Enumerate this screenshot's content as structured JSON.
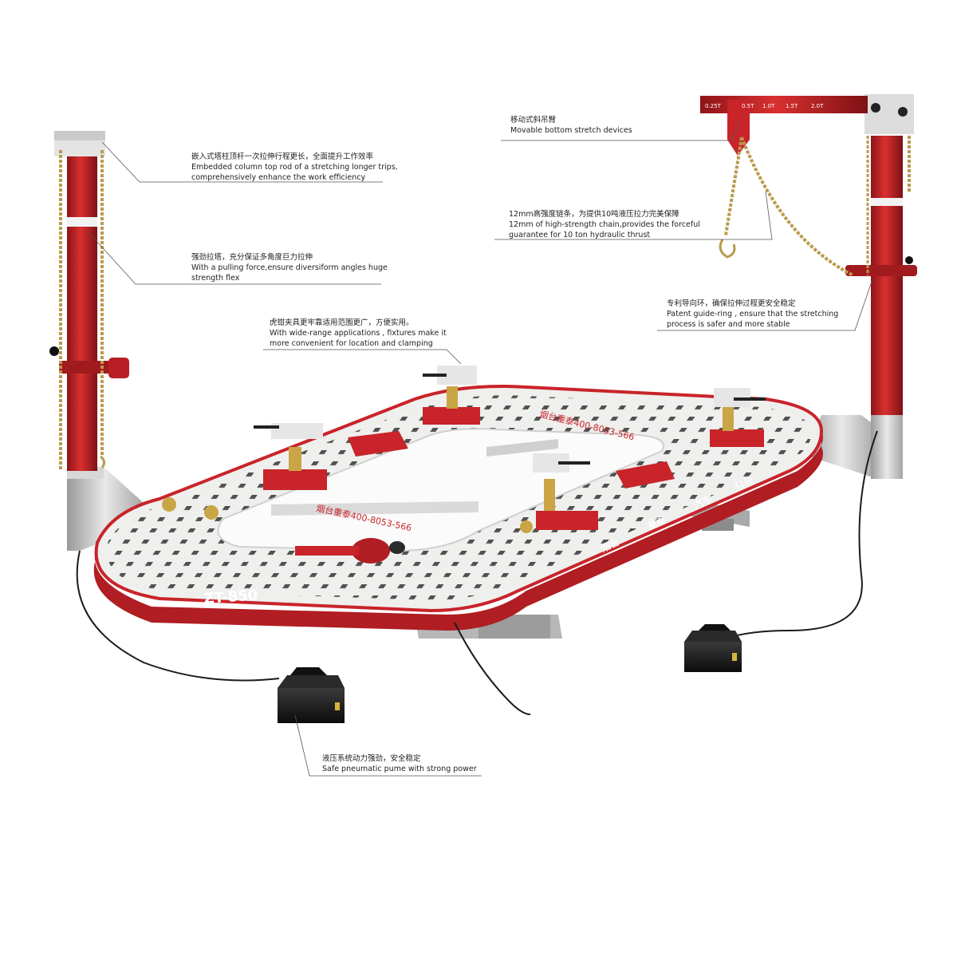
{
  "product": {
    "model": "ZT-850",
    "rail_text": [
      "烟台",
      "重泰",
      "汽车",
      "科技"
    ],
    "plate_text_top": "烟台重泰400-8053-566",
    "plate_text_mid": "烟台重泰400-8053-566",
    "arm_scale": [
      "0.25T",
      "0.5T",
      "1.0T",
      "1.5T",
      "2.0T"
    ]
  },
  "callouts": {
    "column_top": {
      "cn": "嵌入式塔柱顶杆一次拉伸行程更长，全面提升工作效率",
      "en": "Embedded column top rod of a stretching longer trips,\ncomprehensively enhance the work efficiency"
    },
    "pulling_tower": {
      "cn": "强劲拉塔，充分保证多角度巨力拉伸",
      "en": "With a pulling force,ensure diversiform angles huge\nstrength flex"
    },
    "fixtures": {
      "cn": "虎钳夹具更牢靠适用范围更广，方便实用。",
      "en": "With wide-range applications , fixtures make it\nmore convenient for location and clamping"
    },
    "movable_arm": {
      "cn": "移动式斜吊臂",
      "en": "Movable bottom stretch devices"
    },
    "chain": {
      "cn": "12mm高强度链条，为提供10吨液压拉力完美保障",
      "en": "12mm of high-strength chain,provides the forceful\nguarantee for 10 ton hydraulic thrust"
    },
    "guide_ring": {
      "cn": "专利导向环，确保拉伸过程更安全稳定",
      "en": "Patent guide-ring , ensure that the stretching\nprocess is safer and more stable"
    },
    "pump": {
      "cn": "液压系统动力强劲，安全稳定",
      "en": "Safe pneumatic pume with strong power"
    }
  },
  "colors": {
    "frame_red": "#c8242a",
    "dark_red": "#8e1418",
    "platform_white": "#efefed",
    "steel_gray": "#bdbdbd",
    "pump_black": "#1a1a1a",
    "chain_gold": "#b99a4e"
  }
}
